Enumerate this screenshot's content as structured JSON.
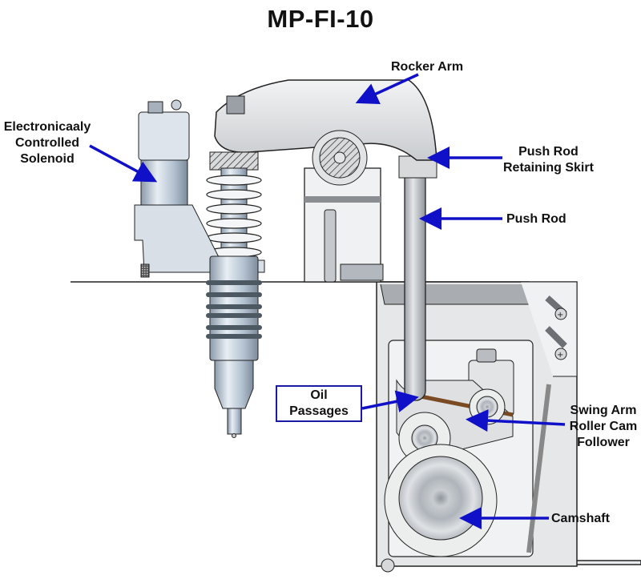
{
  "title": "MP-FI-10",
  "labels": {
    "rocker_arm": "Rocker Arm",
    "solenoid": [
      "Electronicaaly",
      "Controlled",
      "Solenoid"
    ],
    "push_rod_retaining_skirt": [
      "Push Rod",
      "Retaining Skirt"
    ],
    "push_rod": "Push Rod",
    "oil_passages": [
      "Oil",
      "Passages"
    ],
    "swing_arm": [
      "Swing Arm",
      "Roller Cam",
      "Follower"
    ],
    "camshaft": "Camshaft"
  },
  "colors": {
    "arrow": "#1010c8",
    "outline": "#222222",
    "metal_light": "#e6e8ea",
    "metal_mid": "#c8cbcf",
    "metal_dark": "#8e9399",
    "steel_blue": "#b9c8d8",
    "oil_passage": "#7a4a22"
  }
}
